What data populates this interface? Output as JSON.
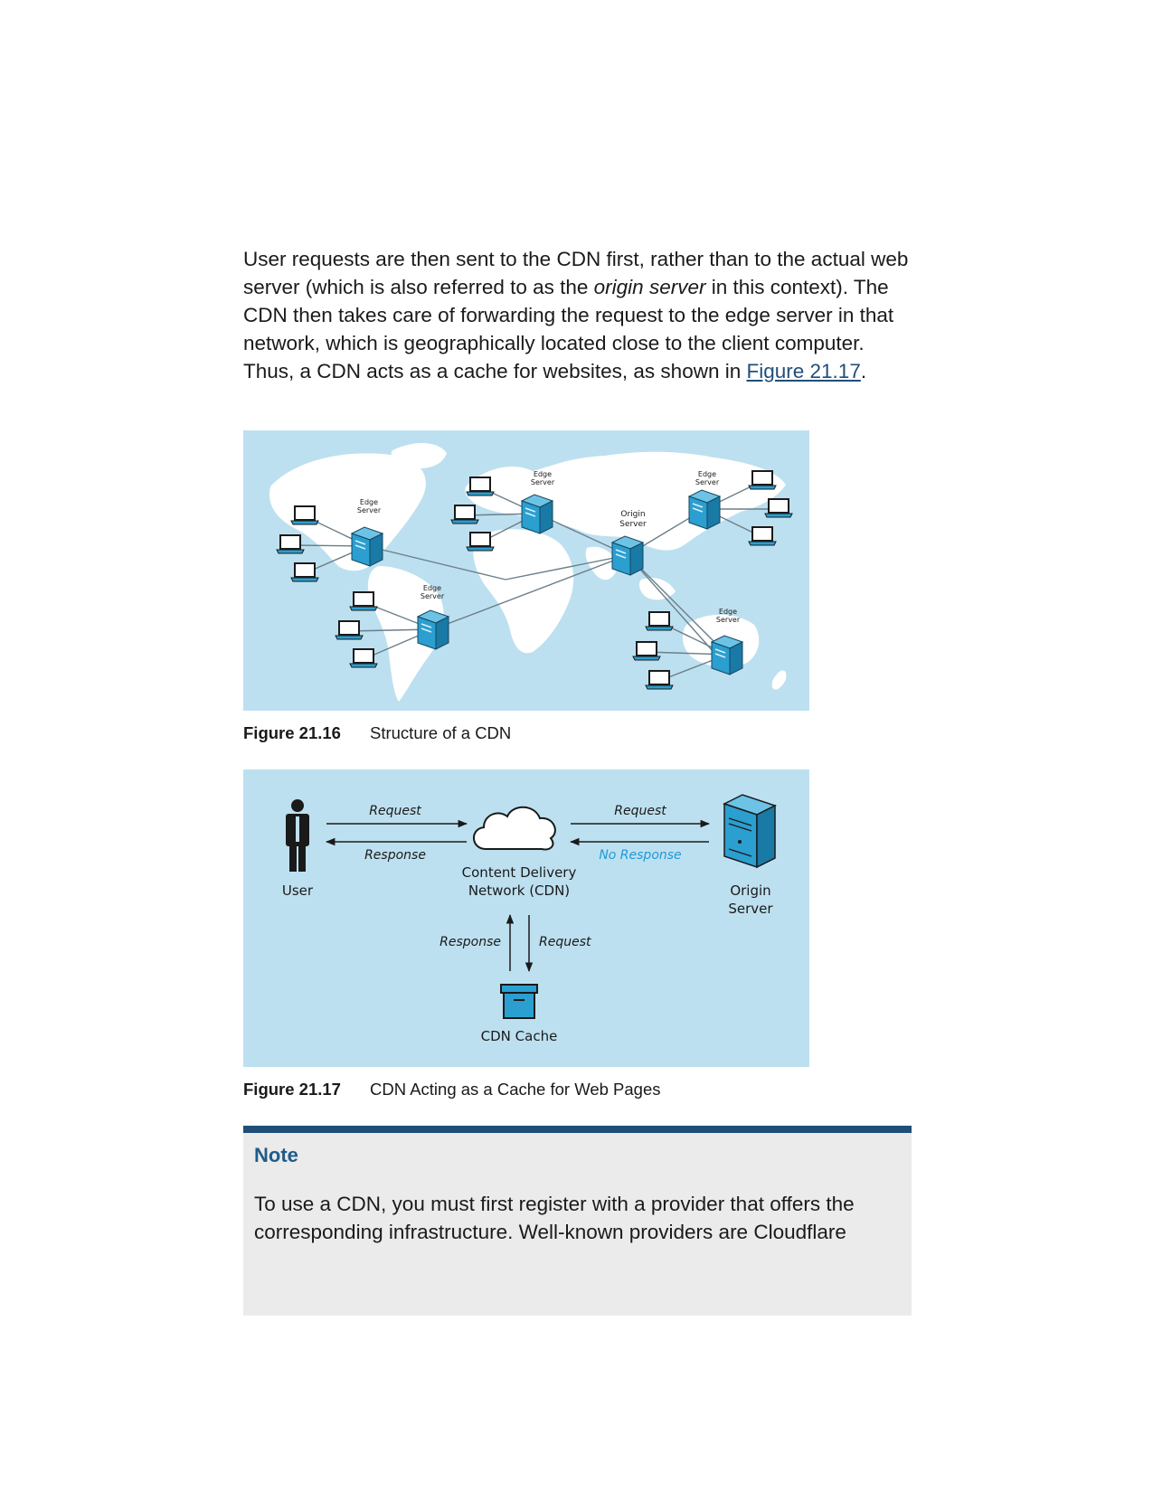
{
  "paragraph": {
    "part1": "User requests are then sent to the CDN first, rather than to the actual web server (which is also referred to as the ",
    "emphasis": "origin server",
    "part2": " in this context). The CDN then takes care of forwarding the request to the edge server in that network, which is geographically located close to the client computer. Thus, a CDN acts as a cache for websites, as shown in ",
    "link": "Figure 21.17",
    "part3": "."
  },
  "figure1": {
    "number": "Figure 21.16",
    "caption": "Structure of a CDN",
    "labels": {
      "edge_line1": "Edge",
      "edge_line2": "Server",
      "origin_line1": "Origin",
      "origin_line2": "Server"
    }
  },
  "figure2": {
    "number": "Figure 21.17",
    "caption": "CDN Acting as a Cache for Web Pages",
    "labels": {
      "request_left": "Request",
      "response_left": "Response",
      "request_right": "Request",
      "no_response": "No Response",
      "user": "User",
      "cdn_line1": "Content Delivery",
      "cdn_line2": "Network (CDN)",
      "origin_line1": "Origin",
      "origin_line2": "Server",
      "response_down": "Response",
      "request_down": "Request",
      "cache": "CDN Cache"
    }
  },
  "note": {
    "title": "Note",
    "text": "To use a CDN, you must first register with a provider that offers the corresponding infrastructure. Well-known providers are Cloudflare"
  },
  "colors": {
    "figure_bg": "#bde0f0",
    "server_blue": "#2a9fd0",
    "note_bar": "#1f4e79",
    "note_bg": "#ebebeb",
    "no_response_text": "#1e9ad6"
  }
}
